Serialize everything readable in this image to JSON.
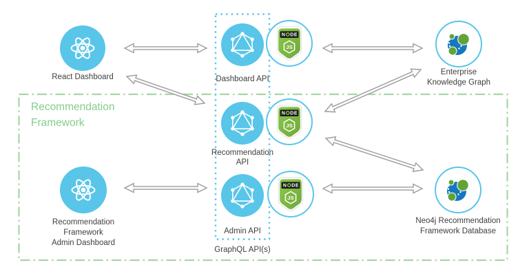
{
  "framework_box": {
    "line1": "Recommendation",
    "line2": "Framework"
  },
  "graphql_group": {
    "label": "GraphQL API(s)"
  },
  "nodes": {
    "react_dashboard": {
      "label": "React Dashboard"
    },
    "dashboard_api": {
      "label": "Dashboard API"
    },
    "recommendation_api": {
      "line1": "Recommendation",
      "line2": "API"
    },
    "admin_api": {
      "label": "Admin API"
    },
    "enterprise_kg": {
      "line1": "Enterprise",
      "line2": "Knowledge Graph"
    },
    "neo4j_db": {
      "line1": "Neo4j Recommendation",
      "line2": "Framework Database"
    },
    "admin_dashboard": {
      "line1": "Recommendation",
      "line2": "Framework",
      "line3": "Admin Dashboard"
    }
  },
  "badges": {
    "nodejs": {
      "banner_left": "N",
      "banner_right": "DE",
      "hex_label": "JS"
    }
  },
  "icons": {
    "react": "react-atom-icon",
    "graphql": "graphql-hexagon-icon",
    "nodejs": "nodejs-shield-icon",
    "neo4j": "neo4j-graph-icon"
  },
  "colors": {
    "circle_blue": "#58C5E9",
    "framework_green_border": "#A5D7A3",
    "framework_green_text": "#84CD8F",
    "nodejs_green": "#7FB93F",
    "nodejs_banner_black": "#1A1A1A",
    "neo4j_blue": "#1578BE",
    "neo4j_green": "#62A338",
    "arrow_gray": "#9C9C9C",
    "label_gray": "#3F3F3F"
  }
}
